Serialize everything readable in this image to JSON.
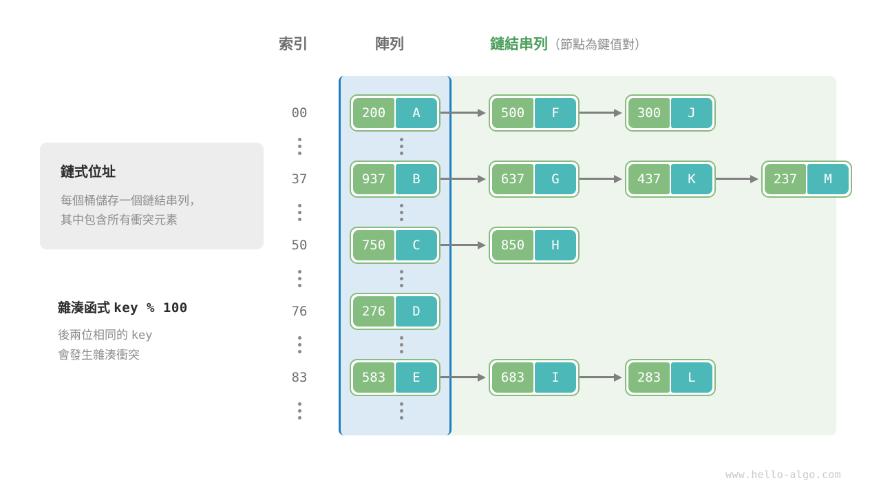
{
  "headers": {
    "index": "索引",
    "array": "陣列",
    "list_main": "鏈結串列",
    "list_sub": "（節點為鍵值對）"
  },
  "info_card": {
    "title": "鏈式位址",
    "desc_line1": "每個桶儲存一個鏈結串列，",
    "desc_line2": "其中包含所有衝突元素"
  },
  "hash_note": {
    "title_text": "雜湊函式",
    "title_code": "key % 100",
    "desc_line1_a": "後兩位相同的",
    "desc_line1_code": "key",
    "desc_line2": "會發生雜湊衝突"
  },
  "colors": {
    "key_box": "#85bd80",
    "value_box": "#4cb8b8",
    "node_border": "#87bb7f",
    "array_bg": "#dceaf6",
    "array_border": "#1a7fc1",
    "panel_bg": "#eef5ec",
    "accent_green": "#4a9e5c",
    "arrow": "#808080"
  },
  "buckets": [
    {
      "index": "00",
      "nodes": [
        {
          "key": "200",
          "value": "A"
        },
        {
          "key": "500",
          "value": "F"
        },
        {
          "key": "300",
          "value": "J"
        }
      ]
    },
    {
      "index": "37",
      "nodes": [
        {
          "key": "937",
          "value": "B"
        },
        {
          "key": "637",
          "value": "G"
        },
        {
          "key": "437",
          "value": "K"
        },
        {
          "key": "237",
          "value": "M"
        }
      ]
    },
    {
      "index": "50",
      "nodes": [
        {
          "key": "750",
          "value": "C"
        },
        {
          "key": "850",
          "value": "H"
        }
      ]
    },
    {
      "index": "76",
      "nodes": [
        {
          "key": "276",
          "value": "D"
        }
      ]
    },
    {
      "index": "83",
      "nodes": [
        {
          "key": "583",
          "value": "E"
        },
        {
          "key": "683",
          "value": "I"
        },
        {
          "key": "283",
          "value": "L"
        }
      ]
    }
  ],
  "footer": "www.hello-algo.com"
}
